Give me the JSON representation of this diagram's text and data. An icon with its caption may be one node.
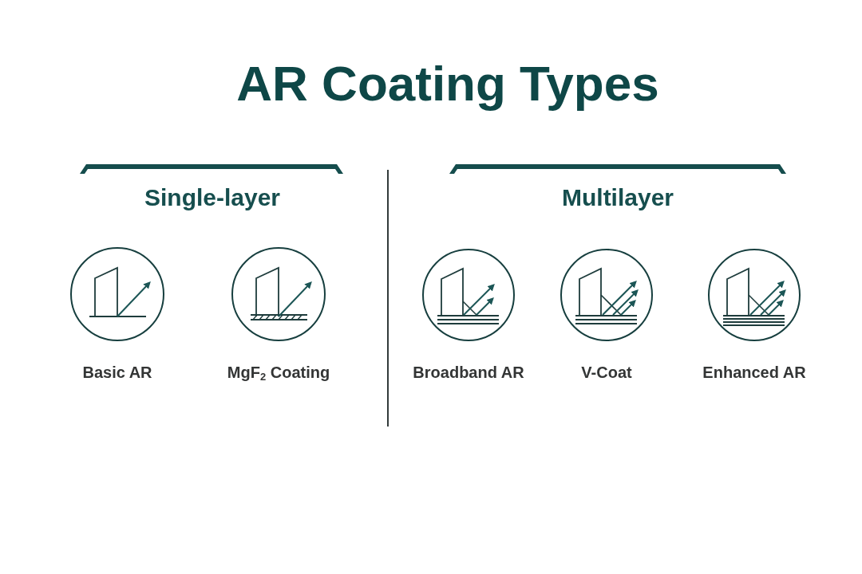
{
  "diagram": {
    "title": "AR Coating Types",
    "nodes": [
      {
        "text": [],
        "shape": "circle",
        "beside": [
          "Basic AR"
        ]
      },
      {
        "text": [],
        "shape": "circle",
        "beside": [
          "MgF$_{2}$ Coating"
        ]
      },
      {
        "text": [],
        "shape": "circle",
        "beside": [
          "Broadband AR"
        ]
      },
      {
        "text": [],
        "shape": "circle",
        "beside": [
          "V-Coat"
        ]
      },
      {
        "text": [],
        "shape": "circle",
        "beside": [
          "Enhanced AR"
        ]
      }
    ],
    "labels": [
      "Single-layer",
      "Multilayer"
    ]
  }
}
